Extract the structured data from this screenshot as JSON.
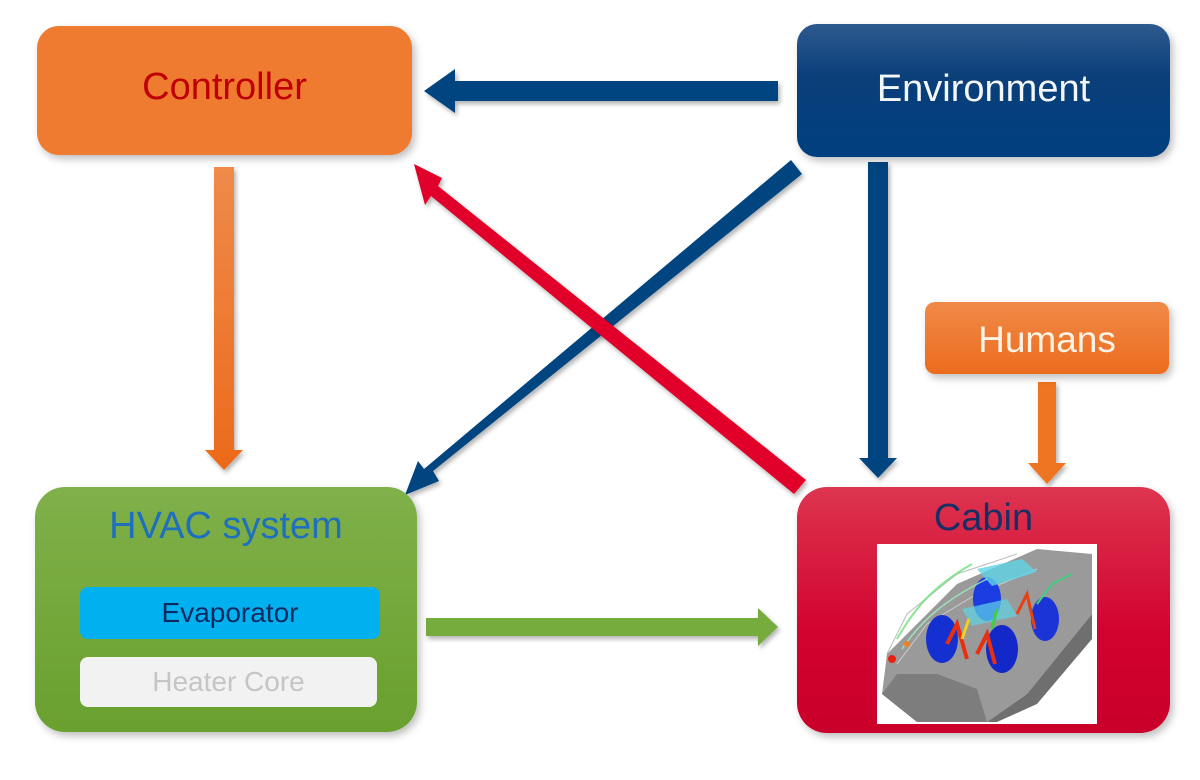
{
  "diagram": {
    "nodes": {
      "controller": {
        "label": "Controller",
        "fill": "#ee7b30",
        "text_color": "#c00000"
      },
      "environment": {
        "label": "Environment",
        "fill": "#003f7f",
        "text_color": "#f4f6f8"
      },
      "hvac": {
        "label": "HVAC system",
        "fill": "#74a83a",
        "text_color": "#1f6fbf",
        "components": [
          {
            "label": "Evaporator",
            "fill": "#00b0ef",
            "text_color": "#0d2a60"
          },
          {
            "label": "Heater Core",
            "fill": "#f2f2f2",
            "text_color": "#c5c5c5"
          }
        ]
      },
      "cabin": {
        "label": "Cabin",
        "fill": "#d2022e",
        "text_color": "#1a2e63",
        "image": "cabin-airflow-simulation"
      },
      "humans": {
        "label": "Humans",
        "fill": "#ee7523",
        "text_color": "#fbf3e6"
      }
    },
    "edges": [
      {
        "from": "Environment",
        "to": "Controller",
        "color": "#00457f"
      },
      {
        "from": "Controller",
        "to": "HVAC system",
        "color": "#ee7523"
      },
      {
        "from": "Environment",
        "to": "HVAC system",
        "color": "#00457f"
      },
      {
        "from": "Cabin",
        "to": "Controller",
        "color": "#e0002a"
      },
      {
        "from": "Environment",
        "to": "Cabin",
        "color": "#00457f"
      },
      {
        "from": "Humans",
        "to": "Cabin",
        "color": "#ee7523"
      },
      {
        "from": "HVAC system",
        "to": "Cabin",
        "color": "#76ab3c"
      }
    ]
  }
}
